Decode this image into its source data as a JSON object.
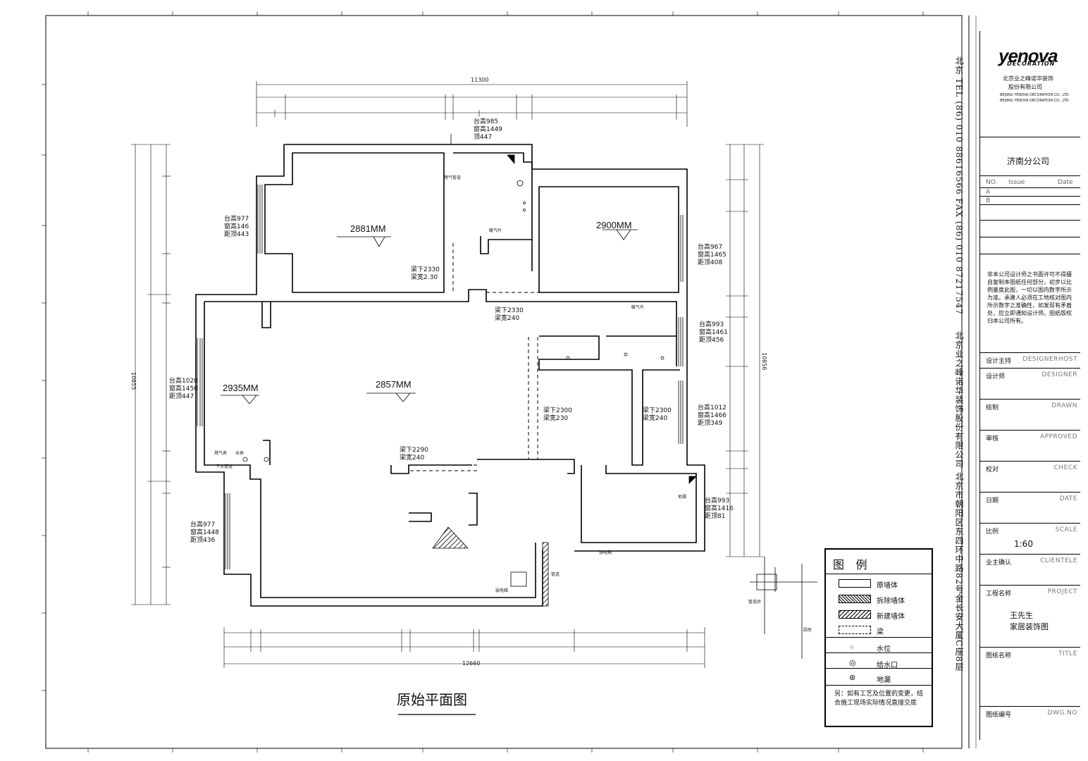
{
  "drawing": {
    "title": "原始平面图",
    "rooms": [
      {
        "id": "bedroom1",
        "label": "2881MM"
      },
      {
        "id": "bedroom2",
        "label": "2900MM"
      },
      {
        "id": "living",
        "label": "2857MM"
      },
      {
        "id": "dining",
        "label": "2935MM"
      }
    ],
    "dims_top_total": "11300",
    "dims_bottom_total": "12660",
    "dims_right_total": "10856",
    "dims_left_total": "10855",
    "window_top": [
      "台高985",
      "窗高1449",
      "顶447"
    ],
    "window_left_top": [
      "台高977",
      "窗高146",
      "距顶443"
    ],
    "window_left_mid": [
      "台高1020",
      "窗高1450",
      "距顶447"
    ],
    "window_left_bot": [
      "台高977",
      "窗高1448",
      "距顶436"
    ],
    "window_right_1": [
      "台高967",
      "窗高1465",
      "距顶408"
    ],
    "window_right_2": [
      "台高993",
      "窗高1461",
      "距顶456"
    ],
    "window_right_3": [
      "台高1012",
      "窗高1466",
      "距顶349"
    ],
    "window_right_4": [
      "台高993",
      "窗高1416",
      "距顶81"
    ],
    "beams": [
      [
        "梁下2330",
        "梁宽2.30"
      ],
      [
        "梁下2330",
        "梁宽240"
      ],
      [
        "梁下2300",
        "梁宽230"
      ],
      [
        "梁下2300",
        "梁宽240"
      ],
      [
        "梁下2290",
        "梁宽240"
      ]
    ],
    "fixtures": [
      "燃气管道",
      "暖气片",
      "下水管道",
      "燃气表",
      "水表",
      "弱电箱",
      "强电箱",
      "暖气片",
      "地漏"
    ],
    "misc_labels": [
      "管道",
      "管道井",
      "厨房"
    ]
  },
  "legend": {
    "title": "图 例",
    "items": [
      "原墙体",
      "拆除墙体",
      "新建墙体",
      "梁",
      "水位",
      "给水口",
      "地漏"
    ],
    "note": "另：如有工艺及位置的变更，结合施工现场实际情况直接交底"
  },
  "company": {
    "brand": "yenova",
    "brand_sub": "DECORATION",
    "name_cn_1": "北京业之峰诺华装饰",
    "name_cn_2": "股份有限公司",
    "name_en_1": "BEIJING YENOVA DECORATION CO., LTD",
    "name_en_2": "BEIJING YENOVA DECORATION CO., LTD",
    "branch": "济南分公司",
    "vertical_main": "北京业之峰诺华装饰股份有限公司  北京市朝阳区东四环中路82号金长安大厦C座8层",
    "vertical_contact": "北京  TEL (86) 010 88616566  FAX (86) 010 87217547"
  },
  "title_block": {
    "revision_header": [
      "NO.",
      "Issue",
      "Date"
    ],
    "revision_rows": [
      "A",
      "B"
    ],
    "notice": "非本公司设计师之书面许可不得擅自复制本图纸任何部分，初步以比例量度此图，一切以图内数字所示为准。承建人必须在工地核对图内所示数字之准确性，如发现有矛盾处，应立即通知设计师。图纸版权归本公司所有。",
    "rows": [
      {
        "k": "设计主持",
        "v": "DESIGNERHOST"
      },
      {
        "k": "设计师",
        "v": "DESIGNER"
      },
      {
        "k": "绘制",
        "v": "DRAWN"
      },
      {
        "k": "审核",
        "v": "APPROVED"
      },
      {
        "k": "校对",
        "v": "CHECK"
      },
      {
        "k": "日期",
        "v": "DATE"
      },
      {
        "k": "比例",
        "v": "SCALE"
      },
      {
        "k": "业主确认",
        "v": "CLIENTELE"
      },
      {
        "k": "工程名称",
        "v": "PROJECT"
      },
      {
        "k": "图纸名称",
        "v": "TITLE"
      },
      {
        "k": "图纸编号",
        "v": "DWG.NO"
      }
    ],
    "scale_value": "1:60",
    "project_name_1": "王先生",
    "project_name_2": "家居装饰图"
  }
}
